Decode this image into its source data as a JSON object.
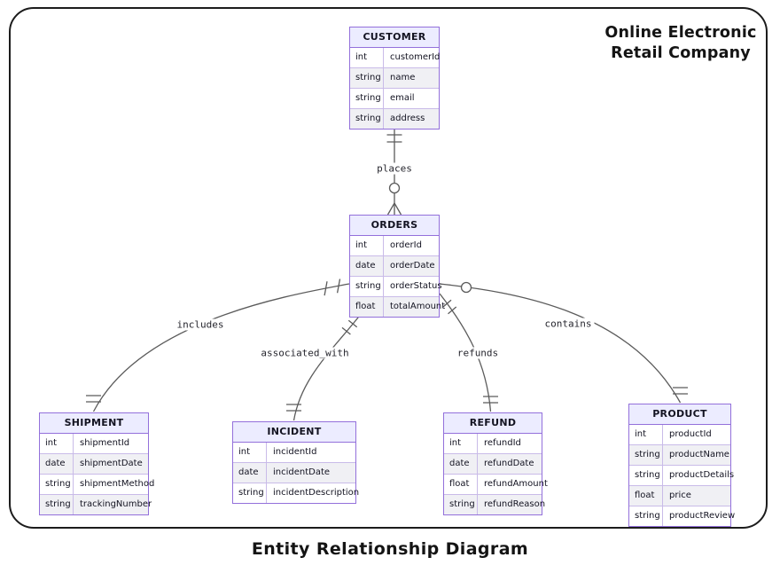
{
  "titles": {
    "corner_line1": "Online Electronic",
    "corner_line2": "Retail Company",
    "caption": "Entity Relationship Diagram"
  },
  "colors": {
    "entity_border": "#9370DB",
    "entity_header_bg": "#ECECFF",
    "row_alt_bg": "#f0f0f4",
    "line": "#5b5b5b",
    "frame": "#1c1c1c"
  },
  "entities": {
    "customer": {
      "name": "CUSTOMER",
      "rows": [
        {
          "type": "int",
          "name": "customerId"
        },
        {
          "type": "string",
          "name": "name"
        },
        {
          "type": "string",
          "name": "email"
        },
        {
          "type": "string",
          "name": "address"
        }
      ]
    },
    "orders": {
      "name": "ORDERS",
      "rows": [
        {
          "type": "int",
          "name": "orderId"
        },
        {
          "type": "date",
          "name": "orderDate"
        },
        {
          "type": "string",
          "name": "orderStatus"
        },
        {
          "type": "float",
          "name": "totalAmount"
        }
      ]
    },
    "shipment": {
      "name": "SHIPMENT",
      "rows": [
        {
          "type": "int",
          "name": "shipmentId"
        },
        {
          "type": "date",
          "name": "shipmentDate"
        },
        {
          "type": "string",
          "name": "shipmentMethod"
        },
        {
          "type": "string",
          "name": "trackingNumber"
        }
      ]
    },
    "incident": {
      "name": "INCIDENT",
      "rows": [
        {
          "type": "int",
          "name": "incidentId"
        },
        {
          "type": "date",
          "name": "incidentDate"
        },
        {
          "type": "string",
          "name": "incidentDescription"
        }
      ]
    },
    "refund": {
      "name": "REFUND",
      "rows": [
        {
          "type": "int",
          "name": "refundId"
        },
        {
          "type": "date",
          "name": "refundDate"
        },
        {
          "type": "float",
          "name": "refundAmount"
        },
        {
          "type": "string",
          "name": "refundReason"
        }
      ]
    },
    "product": {
      "name": "PRODUCT",
      "rows": [
        {
          "type": "int",
          "name": "productId"
        },
        {
          "type": "string",
          "name": "productName"
        },
        {
          "type": "string",
          "name": "productDetails"
        },
        {
          "type": "float",
          "name": "price"
        },
        {
          "type": "string",
          "name": "productReview"
        }
      ]
    }
  },
  "relationships": {
    "places": {
      "label": "places",
      "from": "CUSTOMER",
      "to": "ORDERS"
    },
    "includes": {
      "label": "includes",
      "from": "ORDERS",
      "to": "SHIPMENT"
    },
    "associated_with": {
      "label": "associated_with",
      "from": "ORDERS",
      "to": "INCIDENT"
    },
    "refunds": {
      "label": "refunds",
      "from": "ORDERS",
      "to": "REFUND"
    },
    "contains": {
      "label": "contains",
      "from": "ORDERS",
      "to": "PRODUCT"
    }
  }
}
